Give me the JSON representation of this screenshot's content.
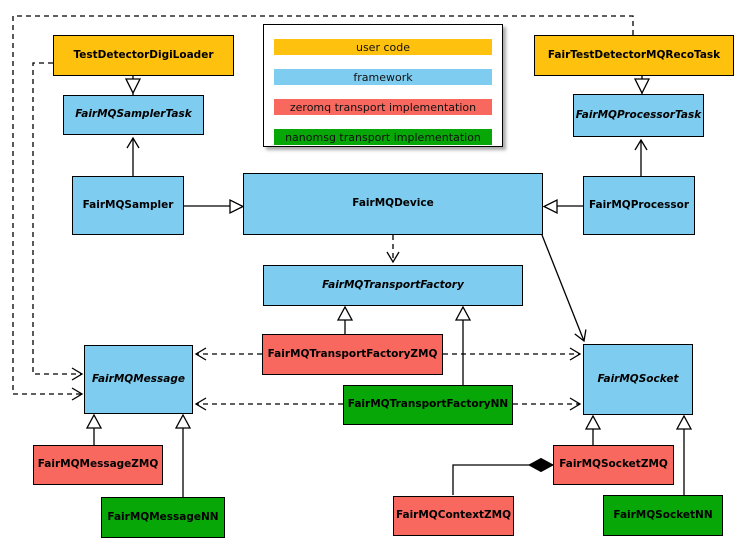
{
  "diagram_type": "uml-class-diagram",
  "colors": {
    "user_code": "#FEC10D",
    "framework": "#7ECDF0",
    "zeromq_impl": "#F9685F",
    "nanomsg_impl": "#06A706",
    "line": "#000000",
    "legend_background": "#FFFFFF",
    "canvas_background": "#FFFFFF"
  },
  "legend": {
    "items": [
      {
        "label": "user code",
        "color": "#FEC10D"
      },
      {
        "label": "framework",
        "color": "#7ECDF0"
      },
      {
        "label": "zeromq transport implementation",
        "color": "#F9685F"
      },
      {
        "label": "nanomsg transport implementation",
        "color": "#06A706"
      }
    ]
  },
  "nodes": {
    "testDetectorDigiLoader": {
      "label": "TestDetectorDigiLoader",
      "category": "user code",
      "abstract": false
    },
    "fairTestDetectorMQRecoTask": {
      "label": "FairTestDetectorMQRecoTask",
      "category": "user code",
      "abstract": false
    },
    "fairMQSamplerTask": {
      "label": "FairMQSamplerTask",
      "category": "framework",
      "abstract": true
    },
    "fairMQProcessorTask": {
      "label": "FairMQProcessorTask",
      "category": "framework",
      "abstract": true
    },
    "fairMQSampler": {
      "label": "FairMQSampler",
      "category": "framework",
      "abstract": false
    },
    "fairMQDevice": {
      "label": "FairMQDevice",
      "category": "framework",
      "abstract": false
    },
    "fairMQProcessor": {
      "label": "FairMQProcessor",
      "category": "framework",
      "abstract": false
    },
    "fairMQTransportFactory": {
      "label": "FairMQTransportFactory",
      "category": "framework",
      "abstract": true
    },
    "fairMQTransportFactoryZMQ": {
      "label": "FairMQTransportFactoryZMQ",
      "category": "zeromq transport implementation",
      "abstract": false
    },
    "fairMQTransportFactoryNN": {
      "label": "FairMQTransportFactoryNN",
      "category": "nanomsg transport implementation",
      "abstract": false
    },
    "fairMQMessage": {
      "label": "FairMQMessage",
      "category": "framework",
      "abstract": true
    },
    "fairMQSocket": {
      "label": "FairMQSocket",
      "category": "framework",
      "abstract": true
    },
    "fairMQMessageZMQ": {
      "label": "FairMQMessageZMQ",
      "category": "zeromq transport implementation",
      "abstract": false
    },
    "fairMQMessageNN": {
      "label": "FairMQMessageNN",
      "category": "nanomsg transport implementation",
      "abstract": false
    },
    "fairMQContextZMQ": {
      "label": "FairMQContextZMQ",
      "category": "zeromq transport implementation",
      "abstract": false
    },
    "fairMQSocketZMQ": {
      "label": "FairMQSocketZMQ",
      "category": "zeromq transport implementation",
      "abstract": false
    },
    "fairMQSocketNN": {
      "label": "FairMQSocketNN",
      "category": "nanomsg transport implementation",
      "abstract": false
    }
  },
  "edges": [
    {
      "a": "TestDetectorDigiLoader",
      "b": "FairMQSamplerTask",
      "line": "solid",
      "marker": "hollow-triangle",
      "marker_near": "TestDetectorDigiLoader"
    },
    {
      "a": "FairTestDetectorMQRecoTask",
      "b": "FairMQProcessorTask",
      "line": "solid",
      "marker": "hollow-triangle",
      "marker_near": "FairTestDetectorMQRecoTask"
    },
    {
      "a": "FairMQSampler",
      "b": "FairMQSamplerTask",
      "line": "solid",
      "marker": "open-arrow",
      "marker_near": "FairMQSamplerTask"
    },
    {
      "a": "FairMQProcessor",
      "b": "FairMQProcessorTask",
      "line": "solid",
      "marker": "open-arrow",
      "marker_near": "FairMQProcessorTask"
    },
    {
      "a": "FairMQSampler",
      "b": "FairMQDevice",
      "line": "solid",
      "marker": "hollow-triangle",
      "marker_near": "FairMQDevice"
    },
    {
      "a": "FairMQProcessor",
      "b": "FairMQDevice",
      "line": "solid",
      "marker": "hollow-triangle",
      "marker_near": "FairMQDevice"
    },
    {
      "a": "FairMQDevice",
      "b": "FairMQTransportFactory",
      "line": "dashed",
      "marker": "open-arrow",
      "marker_near": "FairMQTransportFactory"
    },
    {
      "a": "FairMQDevice",
      "b": "FairMQSocket",
      "line": "solid",
      "marker": "open-arrow",
      "marker_near": "FairMQSocket"
    },
    {
      "a": "FairTestDetectorMQRecoTask",
      "b": "FairMQMessage",
      "line": "dashed",
      "marker": "open-arrow",
      "marker_near": "FairMQMessage"
    },
    {
      "a": "TestDetectorDigiLoader",
      "b": "FairMQMessage",
      "line": "dashed",
      "marker": "open-arrow",
      "marker_near": "FairMQMessage"
    },
    {
      "a": "FairMQTransportFactoryZMQ",
      "b": "FairMQTransportFactory",
      "line": "solid",
      "marker": "hollow-triangle",
      "marker_near": "FairMQTransportFactory"
    },
    {
      "a": "FairMQTransportFactoryNN",
      "b": "FairMQTransportFactory",
      "line": "solid",
      "marker": "hollow-triangle",
      "marker_near": "FairMQTransportFactory"
    },
    {
      "a": "FairMQTransportFactoryZMQ",
      "b": "FairMQMessage",
      "line": "dashed",
      "marker": "open-arrow",
      "marker_near": "FairMQMessage"
    },
    {
      "a": "FairMQTransportFactoryZMQ",
      "b": "FairMQSocket",
      "line": "dashed",
      "marker": "open-arrow",
      "marker_near": "FairMQSocket"
    },
    {
      "a": "FairMQTransportFactoryNN",
      "b": "FairMQMessage",
      "line": "dashed",
      "marker": "open-arrow",
      "marker_near": "FairMQMessage"
    },
    {
      "a": "FairMQTransportFactoryNN",
      "b": "FairMQSocket",
      "line": "dashed",
      "marker": "open-arrow",
      "marker_near": "FairMQSocket"
    },
    {
      "a": "FairMQMessageZMQ",
      "b": "FairMQMessage",
      "line": "solid",
      "marker": "hollow-triangle",
      "marker_near": "FairMQMessage"
    },
    {
      "a": "FairMQMessageNN",
      "b": "FairMQMessage",
      "line": "solid",
      "marker": "hollow-triangle",
      "marker_near": "FairMQMessage"
    },
    {
      "a": "FairMQSocketZMQ",
      "b": "FairMQSocket",
      "line": "solid",
      "marker": "hollow-triangle",
      "marker_near": "FairMQSocket"
    },
    {
      "a": "FairMQSocketNN",
      "b": "FairMQSocket",
      "line": "solid",
      "marker": "hollow-triangle",
      "marker_near": "FairMQSocket"
    },
    {
      "a": "FairMQSocketZMQ",
      "b": "FairMQContextZMQ",
      "line": "solid",
      "marker": "filled-diamond",
      "marker_near": "FairMQSocketZMQ"
    }
  ]
}
